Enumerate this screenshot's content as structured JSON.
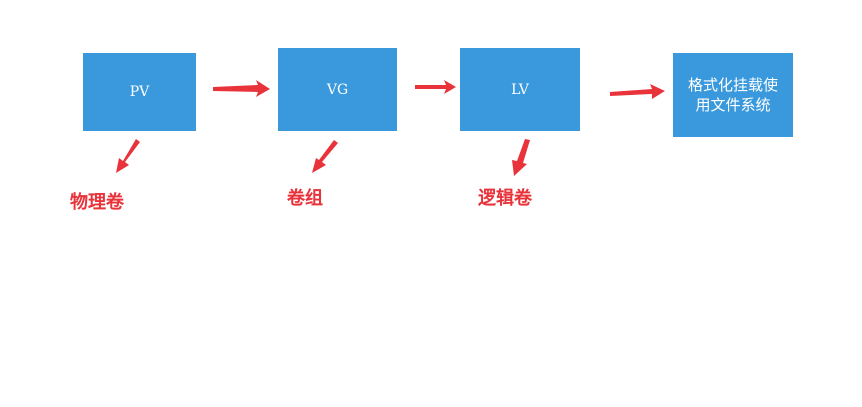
{
  "nodes": {
    "pv": "PV",
    "vg": "VG",
    "lv": "LV",
    "final": "格式化挂载使用文件系统"
  },
  "labels": {
    "pv": "物理卷",
    "vg": "卷组",
    "lv": "逻辑卷"
  },
  "colors": {
    "box": "#3a99dd",
    "arrow": "#e8333a",
    "label": "#e8333a"
  }
}
